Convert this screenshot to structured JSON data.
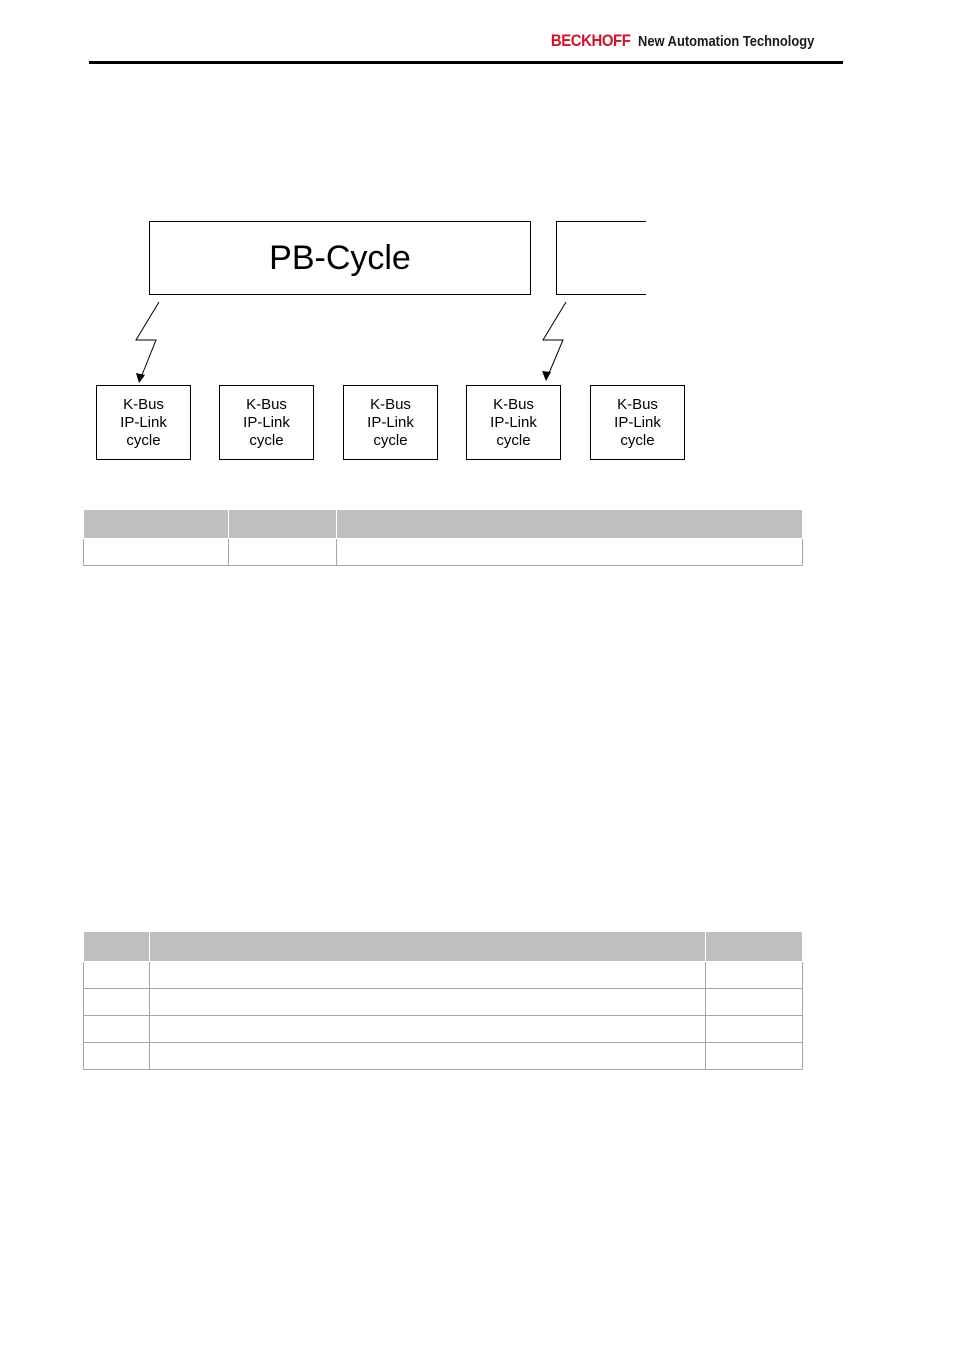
{
  "header": {
    "brand": "BECKHOFF",
    "tagline": "New Automation Technology"
  },
  "diagram": {
    "pb_cycle_label": "PB-Cycle",
    "kbus_boxes": [
      {
        "line1": "K-Bus",
        "line2": "IP-Link",
        "line3": "cycle"
      },
      {
        "line1": "K-Bus",
        "line2": "IP-Link",
        "line3": "cycle"
      },
      {
        "line1": "K-Bus",
        "line2": "IP-Link",
        "line3": "cycle"
      },
      {
        "line1": "K-Bus",
        "line2": "IP-Link",
        "line3": "cycle"
      },
      {
        "line1": "K-Bus",
        "line2": "IP-Link",
        "line3": "cycle"
      }
    ]
  },
  "colors": {
    "brand_red": "#d3122a",
    "table_header_gray": "#bfbfbf",
    "table_border": "#a6a6a6"
  }
}
